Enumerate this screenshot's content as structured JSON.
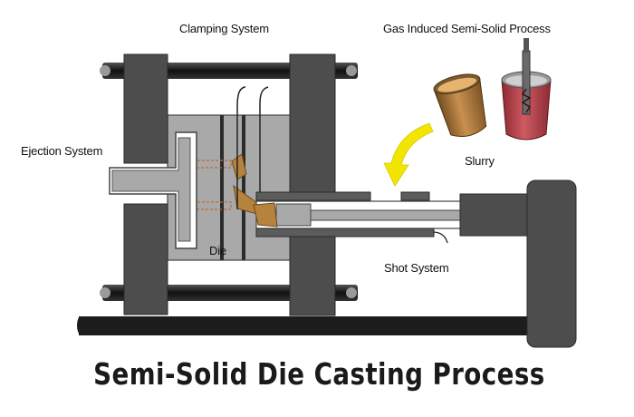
{
  "labels": {
    "clamping": "Clamping System",
    "gas_process": "Gas Induced Semi-Solid  Process",
    "ejection": "Ejection System",
    "slurry": "Slurry",
    "die": "Die",
    "shot": "Shot System"
  },
  "title": "Semi-Solid Die Casting Process",
  "colors": {
    "frame": "#4d4d4d",
    "die_body": "#a9a9a9",
    "bars": "#1c1c1c",
    "slurry": "#b5833c",
    "crucible_melt": "#b8434b",
    "arrow": "#f2e600"
  }
}
